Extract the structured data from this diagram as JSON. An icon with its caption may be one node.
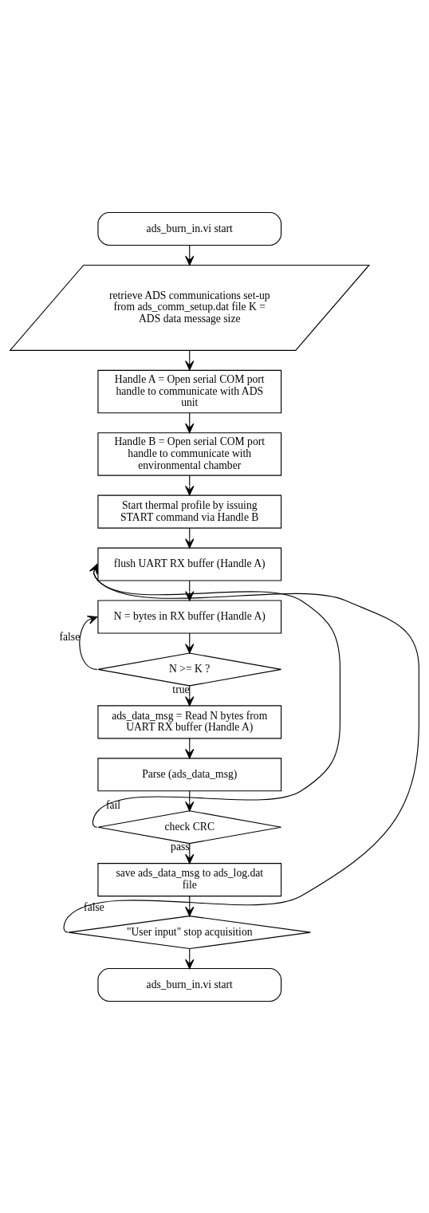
{
  "diagram": {
    "nodes": [
      {
        "text": [
          "ads_burn_in.vi start"
        ]
      },
      {
        "text": [
          "retrieve ADS communications set-up from ads_comm_setup.dat file K = ADS data message size"
        ]
      },
      {
        "text": [
          "Handle A = Open serial COM port handle to communicate with ADS unit"
        ]
      },
      {
        "text": [
          "Handle B = Open serial COM port handle to communicate with environmental chamber"
        ]
      },
      {
        "text": [
          "Start thermal profile by issuing START command via Handle B"
        ]
      },
      {
        "text": [
          "flush UART RX buffer (Handle A)"
        ]
      },
      {
        "text": [
          "N = bytes in RX buffer (Handle A)"
        ]
      },
      {
        "text": [
          "N >= K ?"
        ]
      },
      {
        "text": [
          "ads_data_msg = Read N bytes from UART RX buffer (Handle A)"
        ]
      },
      {
        "text": [
          "Parse (ads_data_msg)"
        ]
      },
      {
        "text": [
          "check CRC"
        ]
      },
      {
        "text": [
          "save ads_data_msg to ads_log.dat file"
        ]
      },
      {
        "text": [
          "\"User input\" stop acquisition"
        ]
      },
      {
        "text": [
          "ads_burn_in.vi start"
        ]
      }
    ],
    "edges": [
      {
        "from": 0,
        "to": 1,
        "arrow": "to"
      },
      {
        "from": 1,
        "to": 2,
        "arrow": "to"
      },
      {
        "from": 2,
        "to": 3,
        "arrow": "to"
      },
      {
        "from": 3,
        "to": 4,
        "arrow": "to"
      },
      {
        "from": 4,
        "to": 5,
        "arrow": "to"
      },
      {
        "from": 5,
        "to": 6,
        "arrow": "to"
      },
      {
        "from": 6,
        "to": 7,
        "arrow": "to"
      },
      {
        "from": 7,
        "to": 6,
        "arrow": "to",
        "label": "false"
      },
      {
        "from": 7,
        "to": 8,
        "arrow": "to",
        "label": "true"
      },
      {
        "from": 8,
        "to": 9,
        "arrow": "to"
      },
      {
        "from": 9,
        "to": 10,
        "arrow": "to"
      },
      {
        "from": 10,
        "to": 5,
        "arrow": "to",
        "label": "fail"
      },
      {
        "from": 10,
        "to": 11,
        "arrow": "to",
        "label": "pass"
      },
      {
        "from": 11,
        "to": 12,
        "arrow": "to"
      },
      {
        "from": 12,
        "to": 5,
        "arrow": "to",
        "label": "false"
      },
      {
        "from": 12,
        "to": 13,
        "arrow": "to"
      }
    ]
  }
}
